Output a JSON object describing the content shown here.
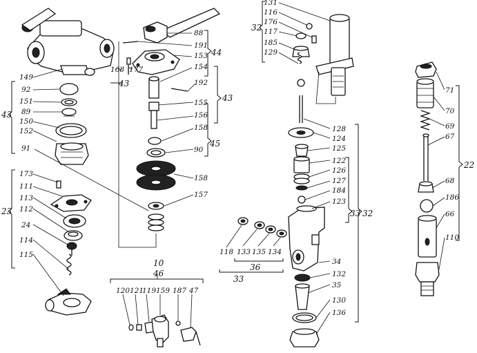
{
  "parts": {
    "c1": [
      "149",
      "92",
      "151",
      "89",
      "150",
      "152",
      "91"
    ],
    "c1_group": "43",
    "c2": [
      "173",
      "111",
      "113",
      "112",
      "24",
      "114",
      "115"
    ],
    "c2_group": "23",
    "c3": [
      "88",
      "191",
      "153",
      "154",
      "192",
      "155",
      "156",
      "158",
      "90",
      "158",
      "157"
    ],
    "c3_misc": [
      "168",
      "177"
    ],
    "c3_group_bottom": "43",
    "c3_groups": [
      "44",
      "43",
      "45"
    ],
    "c4": [
      "131",
      "116",
      "176",
      "117",
      "185",
      "129"
    ],
    "c4_group": "32",
    "c5": [
      "128",
      "124",
      "125",
      "122",
      "126",
      "127",
      "184",
      "123"
    ],
    "c5_groups": [
      "33",
      "32"
    ],
    "c5_lower": [
      "34",
      "132",
      "35",
      "130",
      "136"
    ],
    "c6": [
      "118",
      "133",
      "135",
      "134"
    ],
    "c6_groups": [
      "36",
      "33"
    ],
    "c7": [
      "120",
      "121",
      "119",
      "159",
      "187",
      "47"
    ],
    "c7_groups": [
      "10",
      "46"
    ],
    "c8": [
      "71",
      "70",
      "69",
      "67",
      "68",
      "186",
      "66",
      "110"
    ],
    "c8_group": "22"
  }
}
